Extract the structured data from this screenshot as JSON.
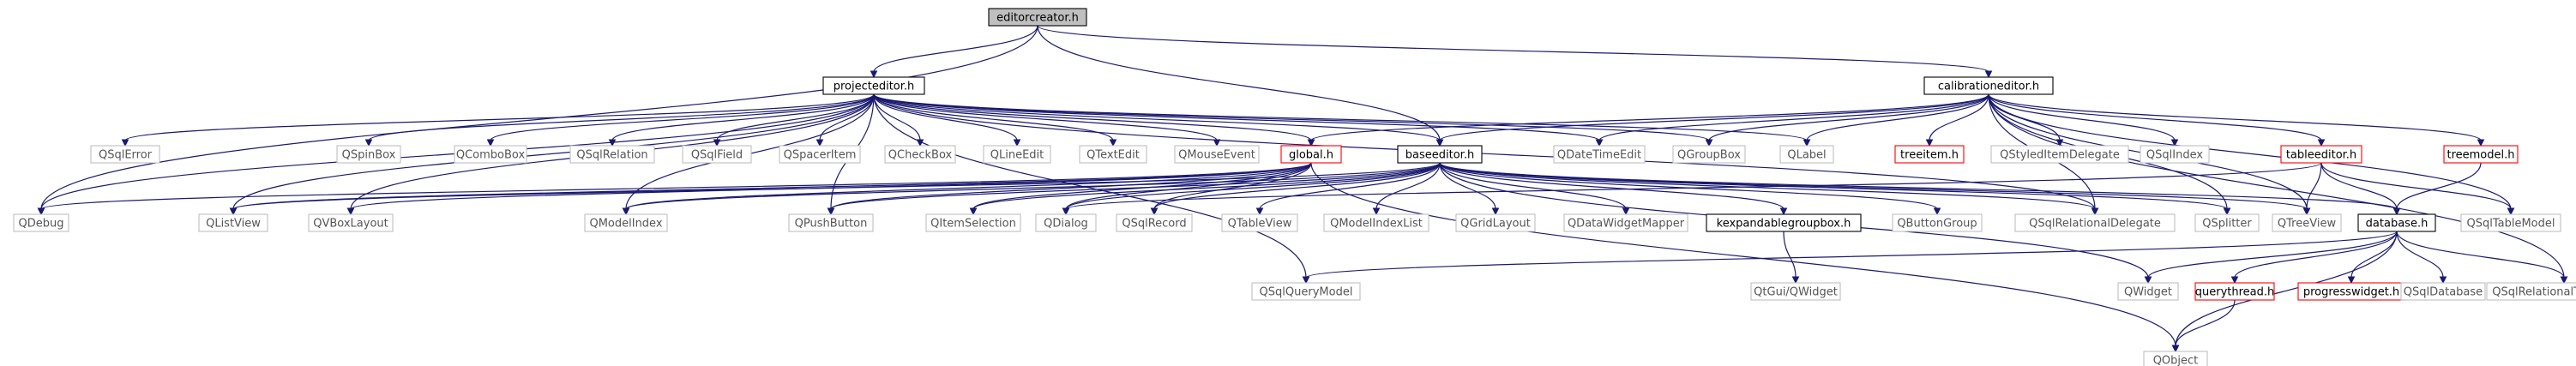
{
  "colors": {
    "edge": "#191970",
    "node_border_default": "#bfbfbf",
    "node_border_documented": "#000000",
    "node_border_undocumented": "#ff0000",
    "root_fill": "#bfbfbf"
  },
  "nodes": {
    "editorcreator": "editorcreator.h",
    "projecteditor": "projecteditor.h",
    "calibrationeditor": "calibrationeditor.h",
    "QSqlError": "QSqlError",
    "QSpinBox": "QSpinBox",
    "QComboBox": "QComboBox",
    "QSqlRelation": "QSqlRelation",
    "QSqlField": "QSqlField",
    "QSpacerItem": "QSpacerItem",
    "QCheckBox": "QCheckBox",
    "QLineEdit": "QLineEdit",
    "QTextEdit": "QTextEdit",
    "QMouseEvent": "QMouseEvent",
    "global": "global.h",
    "baseeditor": "baseeditor.h",
    "QDateTimeEdit": "QDateTimeEdit",
    "QGroupBox": "QGroupBox",
    "QLabel": "QLabel",
    "treeitem": "treeitem.h",
    "QStyledItemDelegate": "QStyledItemDelegate",
    "QSqlIndex": "QSqlIndex",
    "tableeditor": "tableeditor.h",
    "treemodel": "treemodel.h",
    "QDebug": "QDebug",
    "QListView": "QListView",
    "QVBoxLayout": "QVBoxLayout",
    "QModelIndex": "QModelIndex",
    "QPushButton": "QPushButton",
    "QItemSelection": "QItemSelection",
    "QDialog": "QDialog",
    "QSqlRecord": "QSqlRecord",
    "QTableView": "QTableView",
    "QModelIndexList": "QModelIndexList",
    "QGridLayout": "QGridLayout",
    "QDataWidgetMapper": "QDataWidgetMapper",
    "kexpandablegroupbox": "kexpandablegroupbox.h",
    "QButtonGroup": "QButtonGroup",
    "QSqlRelationalDelegate": "QSqlRelationalDelegate",
    "QSplitter": "QSplitter",
    "QTreeView": "QTreeView",
    "database": "database.h",
    "QSqlTableModel": "QSqlTableModel",
    "QSqlQueryModel": "QSqlQueryModel",
    "QtGuiQWidget": "QtGui/QWidget",
    "QWidget": "QWidget",
    "querythread": "querythread.h",
    "progresswidget": "progresswidget.h",
    "QSqlDatabase": "QSqlDatabase",
    "QSqlRelationalTableModel": "QSqlRelationalTableModel",
    "QObject": "QObject"
  }
}
